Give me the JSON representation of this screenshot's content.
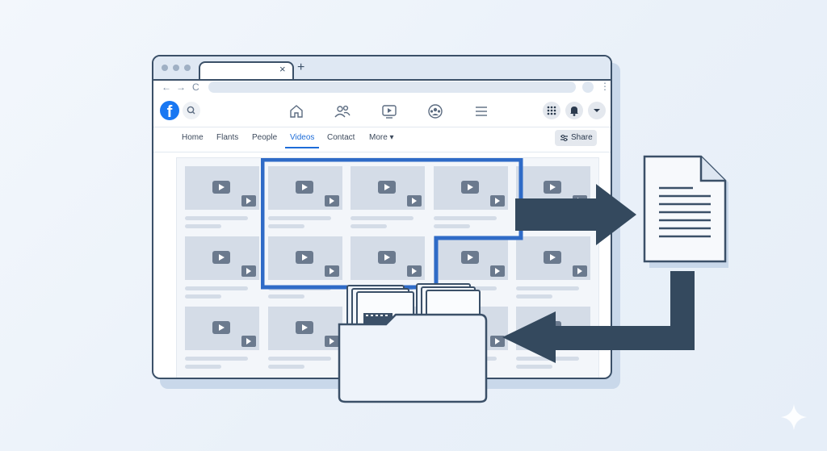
{
  "browser": {
    "tab_close": "×",
    "tab_new": "+",
    "nav_back": "←",
    "nav_forward": "→",
    "nav_reload": "C",
    "menu_kebab": "⋮"
  },
  "facebook": {
    "logo_letter": "f",
    "subnav": {
      "items": [
        "Home",
        "Flants",
        "People",
        "Videos",
        "Contact",
        "More ▾"
      ],
      "active": "Videos",
      "share_label": "Share"
    }
  },
  "colors": {
    "brand": "#1877f2",
    "accent": "#1d6cd8",
    "outline": "#3b5068",
    "arrow": "#34495e"
  },
  "icons": [
    "search-icon",
    "home-icon",
    "friends-icon",
    "watch-icon",
    "groups-icon",
    "menu-icon",
    "apps-grid-icon",
    "bell-icon",
    "chevron-down-icon",
    "filter-icon",
    "document-icon",
    "folder-icon",
    "arrow-right-icon",
    "arrow-left-icon",
    "sparkle-icon"
  ],
  "video_grid": {
    "rows": 3,
    "columns": 5
  }
}
